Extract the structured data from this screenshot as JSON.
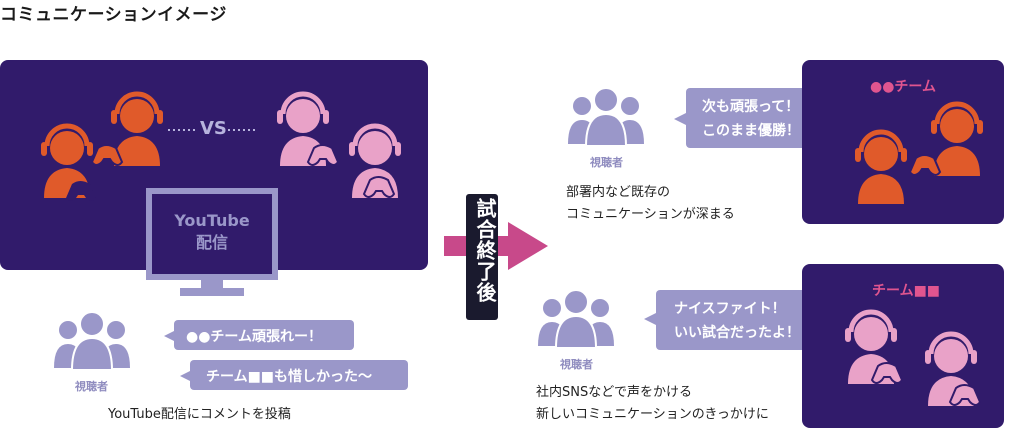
{
  "title": "コミュニケーションイメージ",
  "left": {
    "vs_label": "VS",
    "monitor_line1": "YouTube",
    "monitor_line2": "配信",
    "viewer_label": "視聴者",
    "comment1": "●●チーム頑張れー！",
    "comment2": "チーム■■も惜しかった〜",
    "caption": "YouTube配信にコメントを投稿"
  },
  "arrow_label": "試合終了後",
  "right_top": {
    "viewer_label": "視聴者",
    "bubble_line1": "次も頑張って！",
    "bubble_line2": "このまま優勝！",
    "caption_line1": "部署内など既存の",
    "caption_line2": "コミュニケーションが深まる",
    "team_name": "●●チーム"
  },
  "right_bottom": {
    "viewer_label": "視聴者",
    "bubble_line1": "ナイスファイト！",
    "bubble_line2": "いい試合だったよ！",
    "caption_line1": "社内SNSなどで声をかける",
    "caption_line2": "新しいコミュニケーションのきっかけに",
    "team_name": "チーム■■"
  },
  "colors": {
    "panel": "#311b6b",
    "orange_player": "#e05a2a",
    "pink_player": "#e9a2c8",
    "viewer": "#9a97c9",
    "arrow": "#c8498a",
    "team_label": "#e0558f"
  }
}
